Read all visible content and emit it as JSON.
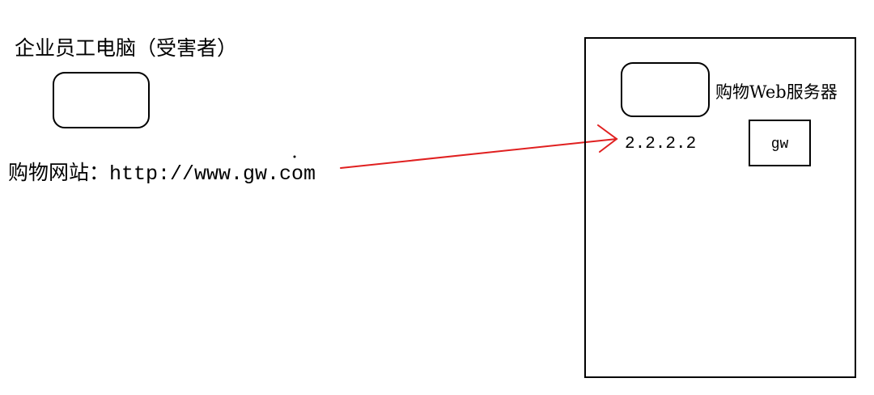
{
  "victim": {
    "label": "企业员工电脑（受害者）",
    "site_prefix": "购物网站：",
    "site_url": "http://www.gw.com"
  },
  "server": {
    "label": "购物Web服务器",
    "ip": "2.2.2.2",
    "site_box": "gw"
  },
  "colors": {
    "arrow": "#e02020",
    "stroke": "#000000",
    "background": "#ffffff"
  }
}
